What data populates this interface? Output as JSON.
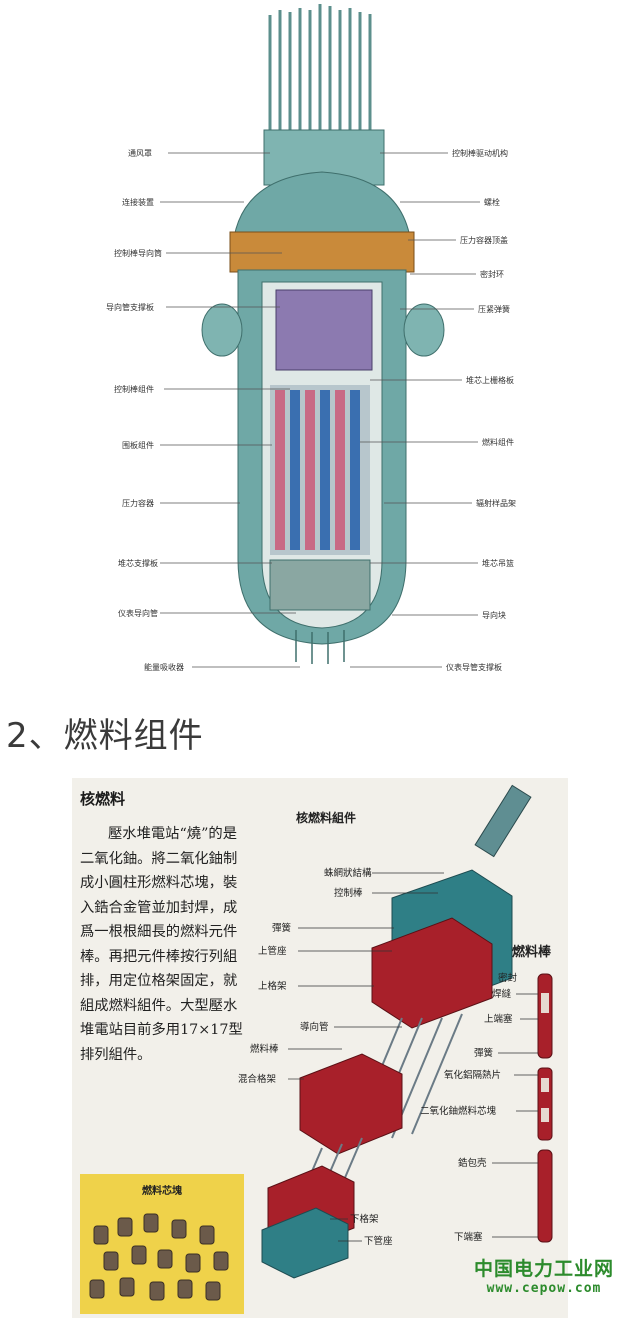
{
  "reactor_labels_left": [
    "通风罩",
    "连接装置",
    "控制棒导向筒",
    "导向管支撑板",
    "控制棒组件",
    "围板组件",
    "压力容器",
    "堆芯支撑板",
    "仪表导向管",
    "能量吸收器"
  ],
  "reactor_labels_right": [
    "控制棒驱动机构",
    "螺栓",
    "压力容器顶盖",
    "密封环",
    "压紧弹簧",
    "堆芯上栅格板",
    "燃料组件",
    "辐射样品架",
    "堆芯吊篮",
    "导向块",
    "仪表导管支撑板"
  ],
  "section_heading": "2、燃料组件",
  "panel": {
    "title": "核燃料",
    "text": "壓水堆電站“燒”的是二氧化鈾。將二氧化鈾制成小圓柱形燃料芯塊，裝入鋯合金管並加封焊，成爲一根根細長的燃料元件棒。再把元件棒按行列組排，用定位格架固定，就組成燃料組件。大型壓水堆電站目前多用17×17型排列組件。",
    "pellet_title": "燃料芯塊"
  },
  "assembly": {
    "title": "核燃料組件",
    "labels": [
      "蛛網狀結構",
      "控制棒",
      "彈簧",
      "上管座",
      "上格架",
      "導向管",
      "燃料棒",
      "混合格架",
      "下格架",
      "下管座"
    ]
  },
  "fuel_rod": {
    "title": "燃料棒",
    "labels": [
      "密封",
      "焊縫",
      "上端塞",
      "彈簧",
      "氧化鋁隔熱片",
      "二氧化鈾燃料芯塊",
      "鋯包壳",
      "下端塞"
    ]
  },
  "watermark": {
    "cn": "中国电力工业网",
    "url": "www.cepow.com"
  },
  "colors": {
    "vessel": "#6fa8a6",
    "copper": "#c98a3a",
    "core_blue": "#3a6fb0",
    "core_pink": "#c86a86",
    "assembly_red": "#a8202a",
    "assembly_teal": "#2f7f86",
    "pellet_bg": "#efd24a",
    "watermark": "#2c8b2c"
  }
}
